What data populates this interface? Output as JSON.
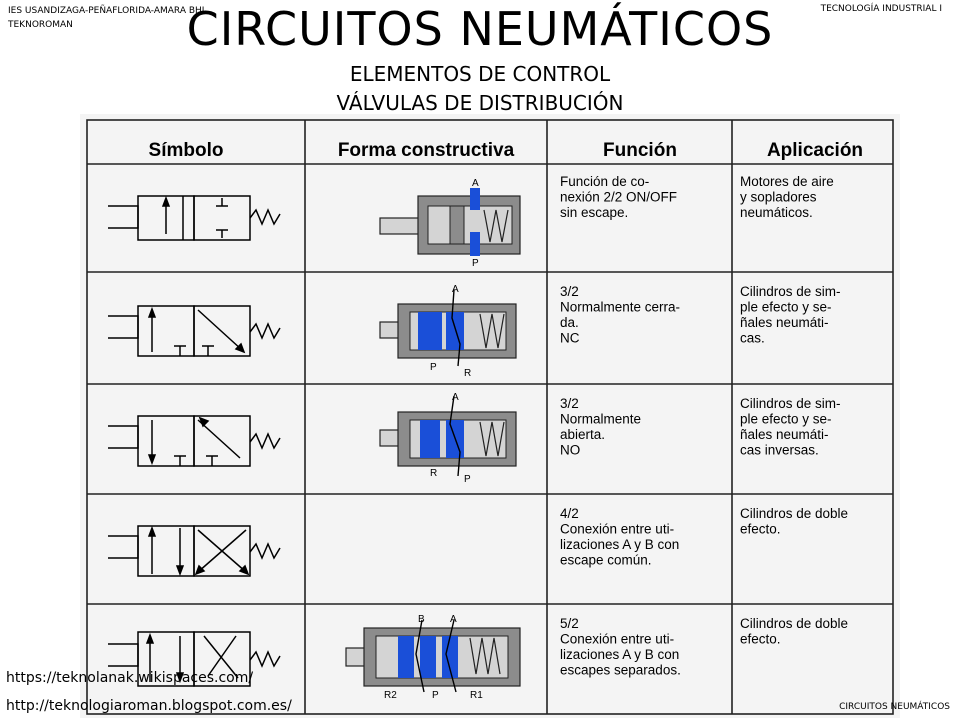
{
  "header": {
    "school": "IES USANDIZAGA-PEÑAFLORIDA-AMARA BHI",
    "author": "TEKNOROMAN",
    "course": "TECNOLOGÍA INDUSTRIAL I"
  },
  "title": "CIRCUITOS NEUMÁTICOS",
  "subtitle1": "ELEMENTOS DE CONTROL",
  "subtitle2": "VÁLVULAS DE DISTRIBUCIÓN",
  "table": {
    "headers": [
      "Símbolo",
      "Forma constructiva",
      "Función",
      "Aplicación"
    ],
    "rows": [
      {
        "funcion": [
          "Función de co-",
          "nexión 2/2 ON/OFF",
          "sin escape."
        ],
        "aplicacion": [
          "Motores de aire",
          "y sopladores",
          "neumáticos."
        ],
        "ports": [
          "A",
          "P"
        ]
      },
      {
        "funcion": [
          "3/2",
          "Normalmente cerra-",
          "da.",
          "NC"
        ],
        "aplicacion": [
          "Cilindros de sim-",
          "ple efecto y se-",
          "ñales neumáti-",
          "cas."
        ],
        "ports": [
          "A",
          "P",
          "R"
        ]
      },
      {
        "funcion": [
          "3/2",
          "Normalmente",
          "abierta.",
          "NO"
        ],
        "aplicacion": [
          "Cilindros de sim-",
          "ple efecto y se-",
          "ñales neumáti-",
          "cas inversas."
        ],
        "ports": [
          "A",
          "R",
          "P"
        ]
      },
      {
        "funcion": [
          "4/2",
          "Conexión entre uti-",
          "lizaciones A y B con",
          "escape común."
        ],
        "aplicacion": [
          "Cilindros de doble",
          "efecto."
        ],
        "ports": []
      },
      {
        "funcion": [
          "5/2",
          "Conexión entre uti-",
          "lizaciones A y B con",
          "escapes separados."
        ],
        "aplicacion": [
          "Cilindros de doble",
          "efecto."
        ],
        "ports": [
          "B",
          "A",
          "R2",
          "P",
          "R1"
        ]
      }
    ]
  },
  "links": [
    "https://teknolanak.wikispaces.com/",
    "http://teknologiaroman.blogspot.com.es/"
  ],
  "footer": "CIRCUITOS NEUMÁTICOS",
  "colors": {
    "grid": "#222222",
    "body_gray": "#8c8c8c",
    "spool_gray": "#d4d4d4",
    "flow_blue": "#1a4fd8"
  }
}
